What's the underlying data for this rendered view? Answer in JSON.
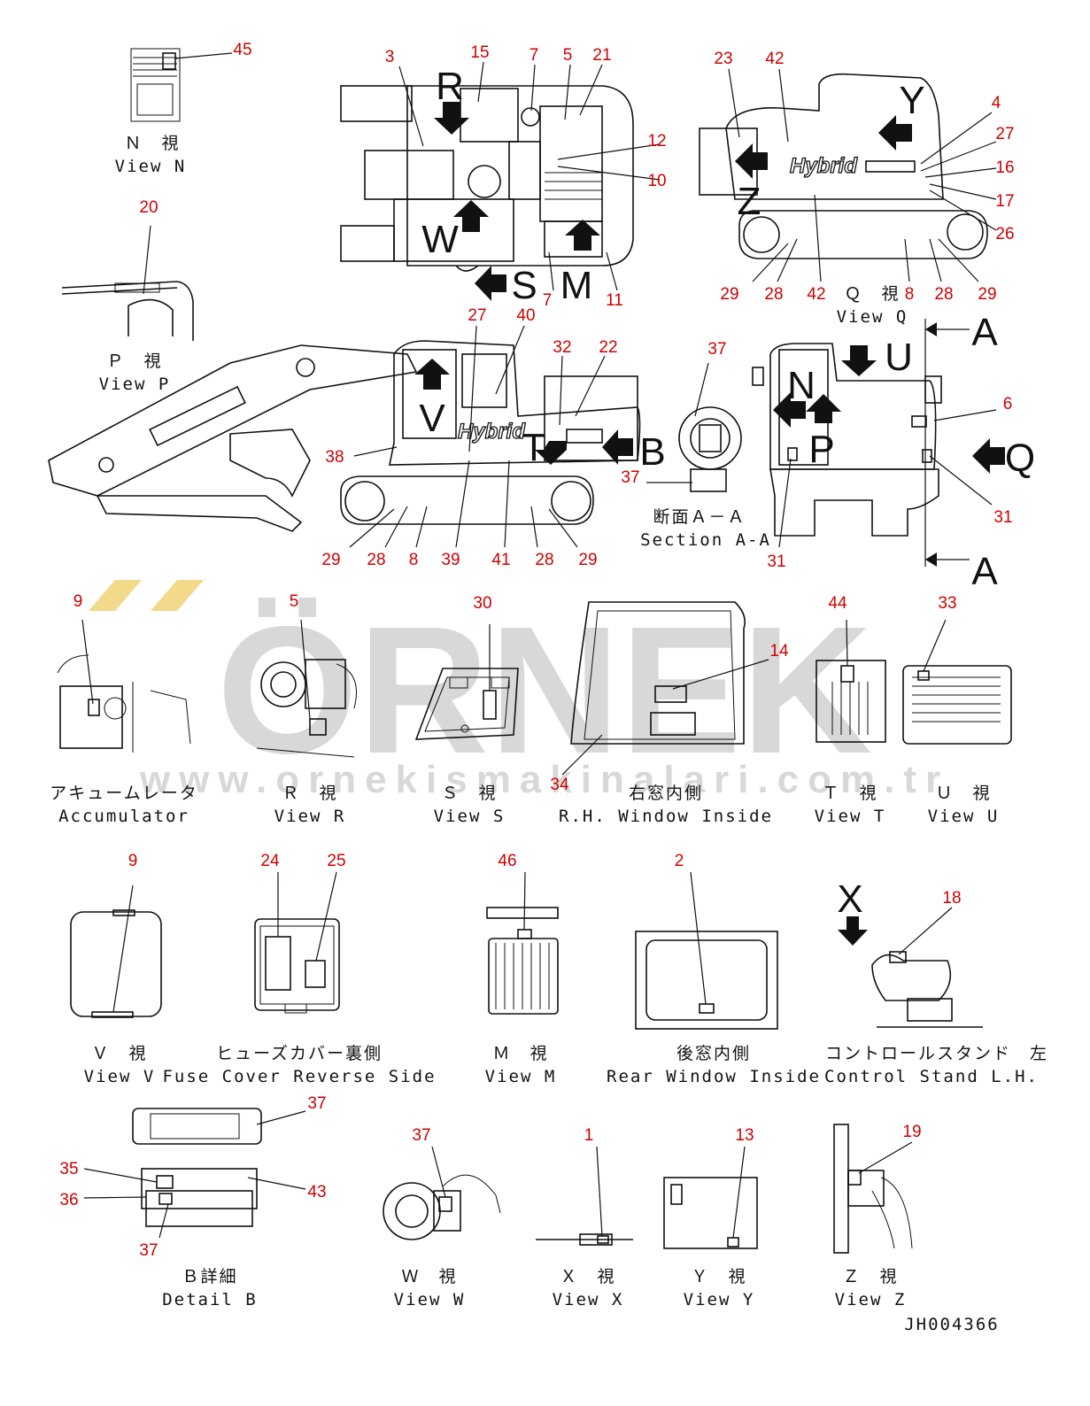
{
  "watermark": {
    "logo": "ÖRNEK",
    "url": "www.ornekismakinalari.com.tr"
  },
  "doc_code": "JH004366",
  "part_numbers": {
    "n45": "45",
    "n3": "3",
    "n15": "15",
    "n7a": "7",
    "n5": "5",
    "n21": "21",
    "n12": "12",
    "n10": "10",
    "n7b": "7",
    "n11": "11",
    "n23": "23",
    "n42a": "42",
    "n4": "4",
    "n27a": "27",
    "n16": "16",
    "n17": "17",
    "n26": "26",
    "n29a": "29",
    "n28a": "28",
    "n42b": "42",
    "n8a": "8",
    "n28b": "28",
    "n29b": "29",
    "n20": "20",
    "n27b": "27",
    "n40": "40",
    "n32": "32",
    "n22": "22",
    "n37a": "37",
    "n6": "6",
    "n38": "38",
    "n37b": "37",
    "n31a": "31",
    "n31b": "31",
    "n29c": "29",
    "n28c": "28",
    "n8b": "8",
    "n39": "39",
    "n41": "41",
    "n28d": "28",
    "n29d": "29",
    "n9a": "9",
    "n5b": "5",
    "n30": "30",
    "n14": "14",
    "n44": "44",
    "n33": "33",
    "n34": "34",
    "n9b": "9",
    "n24": "24",
    "n25": "25",
    "n46": "46",
    "n2": "2",
    "n18": "18",
    "n37c": "37",
    "n35": "35",
    "n36": "36",
    "n43": "43",
    "n37d": "37",
    "n37e": "37",
    "n1": "1",
    "n13": "13",
    "n19": "19"
  },
  "view_letters": {
    "R": "R",
    "W": "W",
    "S": "S",
    "M": "M",
    "Y": "Y",
    "Z": "Z",
    "V": "V",
    "T": "T",
    "B": "B",
    "N": "N",
    "P": "P",
    "U": "U",
    "Q": "Q",
    "A1": "A",
    "A2": "A",
    "X": "X"
  },
  "brand": {
    "hybrid": "Hybrid"
  },
  "captions": {
    "view_n": {
      "ja": "Ｎ　視",
      "en": "View N"
    },
    "view_p": {
      "ja": "Ｐ　視",
      "en": "View P"
    },
    "view_q": {
      "ja": "Ｑ　視",
      "en": "View Q"
    },
    "section_aa": {
      "ja": "断面Ａ－Ａ",
      "en": "Section A-A"
    },
    "accumulator": {
      "ja": "アキュームレータ",
      "en": "Accumulator"
    },
    "view_r": {
      "ja": "Ｒ　視",
      "en": "View R"
    },
    "view_s": {
      "ja": "Ｓ　視",
      "en": "View S"
    },
    "rh_window": {
      "ja": "右窓内側",
      "en": "R.H. Window Inside"
    },
    "view_t": {
      "ja": "Ｔ　視",
      "en": "View T"
    },
    "view_u": {
      "ja": "Ｕ　視",
      "en": "View U"
    },
    "view_v": {
      "ja": "Ｖ　視",
      "en": "View V"
    },
    "fuse_cover": {
      "ja": "ヒューズカバー裏側",
      "en": "Fuse Cover Reverse Side"
    },
    "view_m": {
      "ja": "Ｍ　視",
      "en": "View M"
    },
    "rear_window": {
      "ja": "後窓内側",
      "en": "Rear Window Inside"
    },
    "control_stand": {
      "ja": "コントロールスタンド　左",
      "en": "Control Stand L.H."
    },
    "detail_b": {
      "ja": "Ｂ詳細",
      "en": "Detail B"
    },
    "view_w": {
      "ja": "Ｗ　視",
      "en": "View W"
    },
    "view_x": {
      "ja": "Ｘ　視",
      "en": "View X"
    },
    "view_y": {
      "ja": "Ｙ　視",
      "en": "View Y"
    },
    "view_z": {
      "ja": "Ｚ　視",
      "en": "View Z"
    }
  }
}
